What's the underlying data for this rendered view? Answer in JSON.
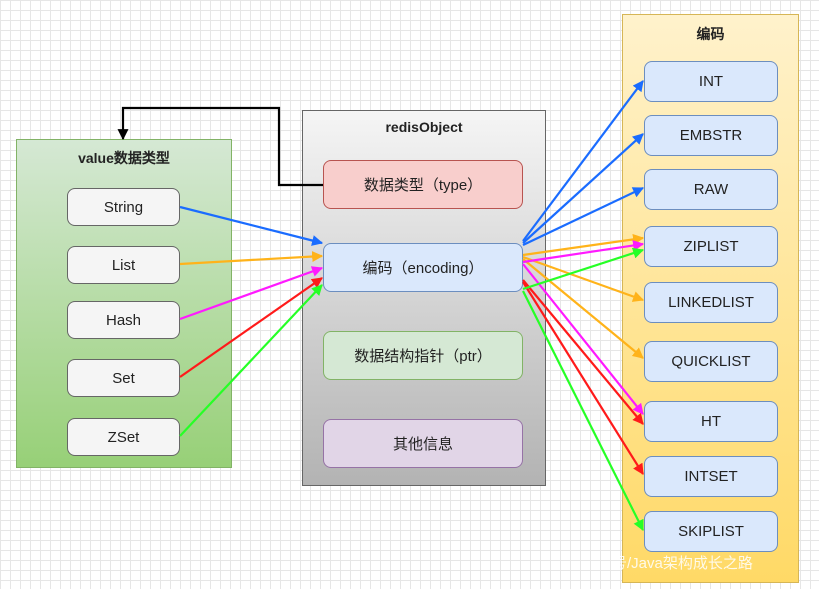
{
  "value_panel": {
    "title": "value数据类型",
    "types": [
      "String",
      "List",
      "Hash",
      "Set",
      "ZSet"
    ]
  },
  "redis_object": {
    "title": "redisObject",
    "fields": {
      "type": "数据类型（type）",
      "encoding": "编码（encoding）",
      "ptr": "数据结构指针（ptr）",
      "other": "其他信息"
    }
  },
  "encoding_panel": {
    "title": "编码",
    "items": [
      "INT",
      "EMBSTR",
      "RAW",
      "ZIPLIST",
      "LINKEDLIST",
      "QUICKLIST",
      "HT",
      "INTSET",
      "SKIPLIST"
    ]
  },
  "colors": {
    "string": "#1a6cff",
    "list": "#ffb31a",
    "hash": "#ff1aff",
    "set": "#ff1a1a",
    "zset": "#26ff26",
    "pointer": "#000000"
  },
  "mappings": [
    {
      "from": "String",
      "encodings": [
        "INT",
        "EMBSTR",
        "RAW"
      ]
    },
    {
      "from": "List",
      "encodings": [
        "ZIPLIST",
        "LINKEDLIST",
        "QUICKLIST"
      ]
    },
    {
      "from": "Hash",
      "encodings": [
        "ZIPLIST",
        "HT"
      ]
    },
    {
      "from": "Set",
      "encodings": [
        "HT",
        "INTSET"
      ]
    },
    {
      "from": "ZSet",
      "encodings": [
        "ZIPLIST",
        "SKIPLIST"
      ]
    }
  ],
  "watermark": "号/Java架构成长之路"
}
